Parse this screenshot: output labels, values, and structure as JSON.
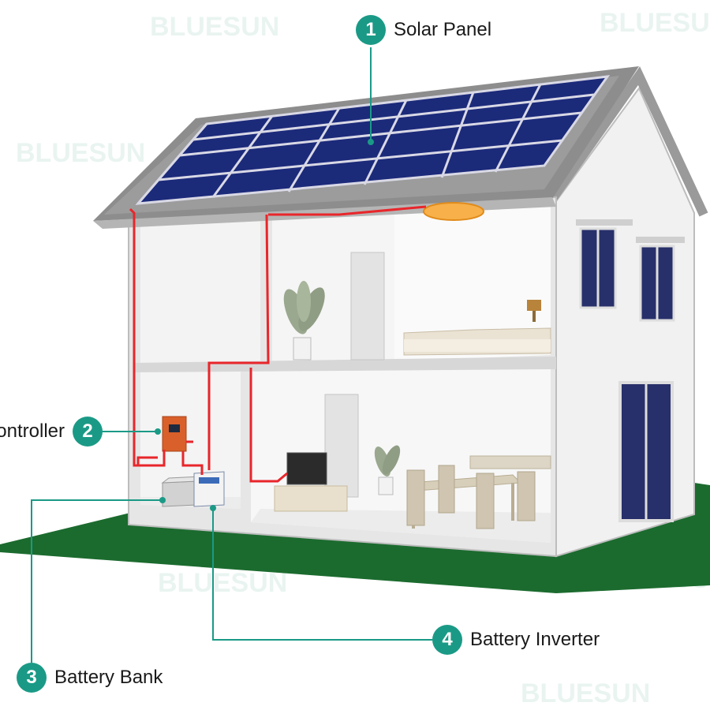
{
  "diagram": {
    "watermark": "BLUESUN",
    "callouts": [
      {
        "number": "1",
        "label": "Solar Panel"
      },
      {
        "number": "2",
        "label": "Controller"
      },
      {
        "number": "3",
        "label": "Battery Bank"
      },
      {
        "number": "4",
        "label": "Battery Inverter"
      }
    ]
  },
  "colors": {
    "accent": "#1a9a86",
    "wire": "#e8262b",
    "ground": "#1b6b2e",
    "panel": "#1c2a7a",
    "roof": "#8a8a8a"
  }
}
